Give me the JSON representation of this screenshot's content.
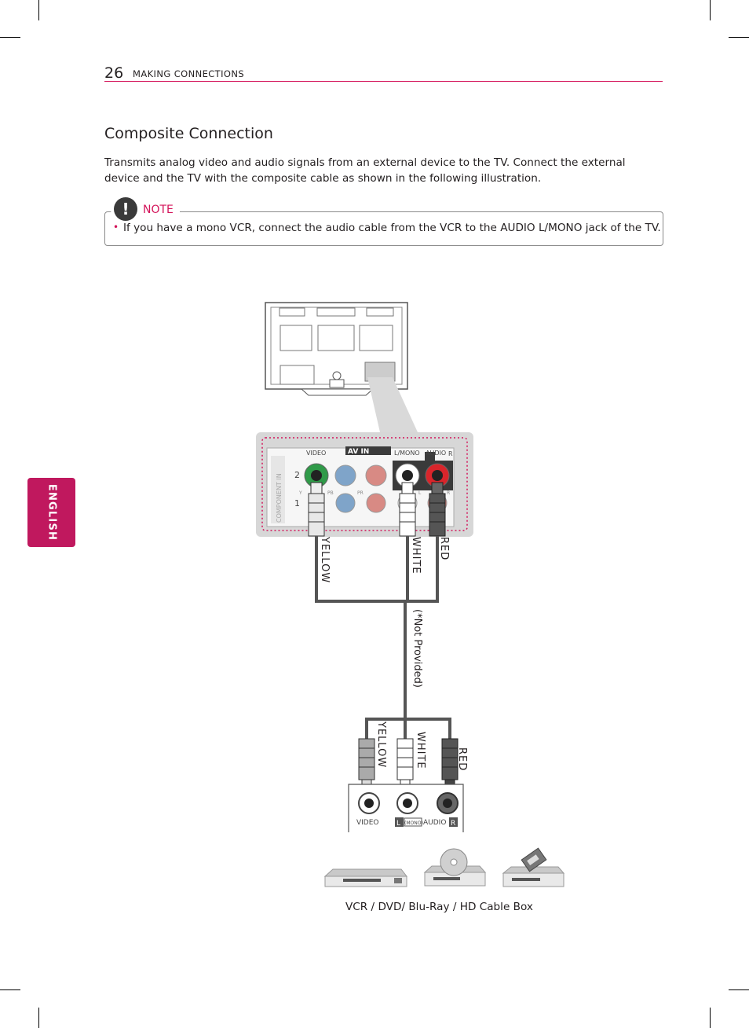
{
  "header": {
    "page_number": "26",
    "section": "MAKING CONNECTIONS"
  },
  "side_tab": {
    "label": "ENGLISH",
    "color": "#c0185e"
  },
  "title": "Composite Connection",
  "intro": "Transmits analog video and audio signals from an external device to the TV. Connect the external device and the TV with the composite cable as shown in the following illustration.",
  "note": {
    "icon": "exclamation-icon",
    "label": "NOTE",
    "bullet": "•",
    "text": "If you have a mono VCR, connect the audio cable from the VCR to the AUDIO L/MONO jack of the TV."
  },
  "diagram": {
    "tv_panel": {
      "av_in": "AV IN",
      "video": "VIDEO",
      "l_mono": "L/MONO",
      "audio": "AUDIO",
      "r": "R",
      "component_in": "COMPONENT IN",
      "row_2": "2",
      "row_1": "1",
      "y": "Y",
      "pb": "PB",
      "pr": "PR",
      "l": "L",
      "r_small": "R"
    },
    "cable_labels_top": [
      "YELLOW",
      "WHITE",
      "RED"
    ],
    "not_provided": "(*Not Provided)",
    "cable_labels_bottom": [
      "YELLOW",
      "WHITE",
      "RED"
    ],
    "device_panel": {
      "video": "VIDEO",
      "l": "L",
      "mono": "(MONO)",
      "audio": "AUDIO",
      "r": "R"
    },
    "colors": {
      "yellow_jack": "#2f9a48",
      "white_jack": "#ffffff",
      "red_jack": "#d9252b",
      "cable": "#555555"
    }
  },
  "caption": "VCR / DVD/ Blu-Ray / HD Cable Box"
}
